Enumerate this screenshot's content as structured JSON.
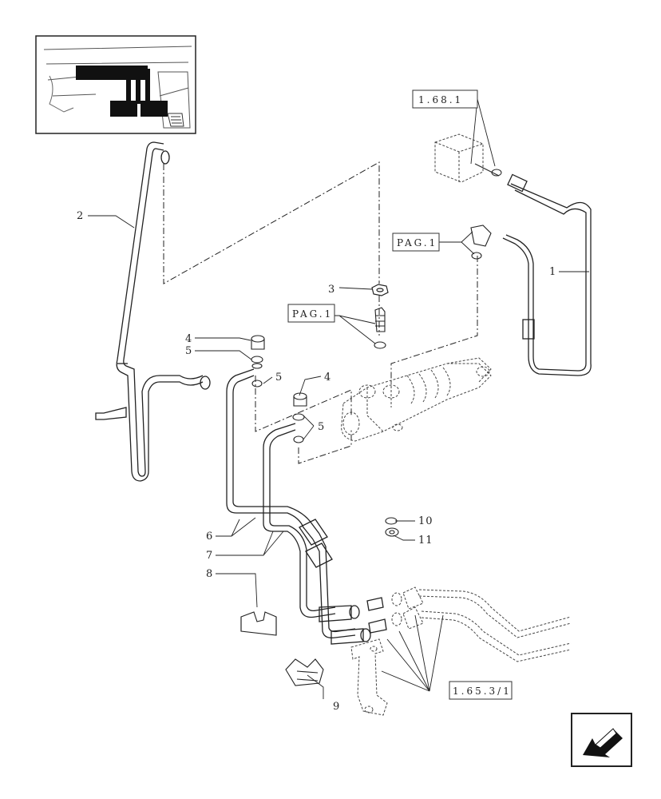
{
  "diagram": {
    "part_numbers": [
      "1",
      "2",
      "3",
      "4",
      "5",
      "5",
      "4",
      "5",
      "6",
      "7",
      "8",
      "9",
      "10",
      "11"
    ],
    "references": [
      "1.68.1",
      "PAG.1",
      "PAG.1",
      "1.65.3/1"
    ]
  },
  "thumbnail": {
    "icon": "pedal-location-thumbnail-icon"
  },
  "nav": {
    "icon": "previous-page-arrow-icon"
  }
}
